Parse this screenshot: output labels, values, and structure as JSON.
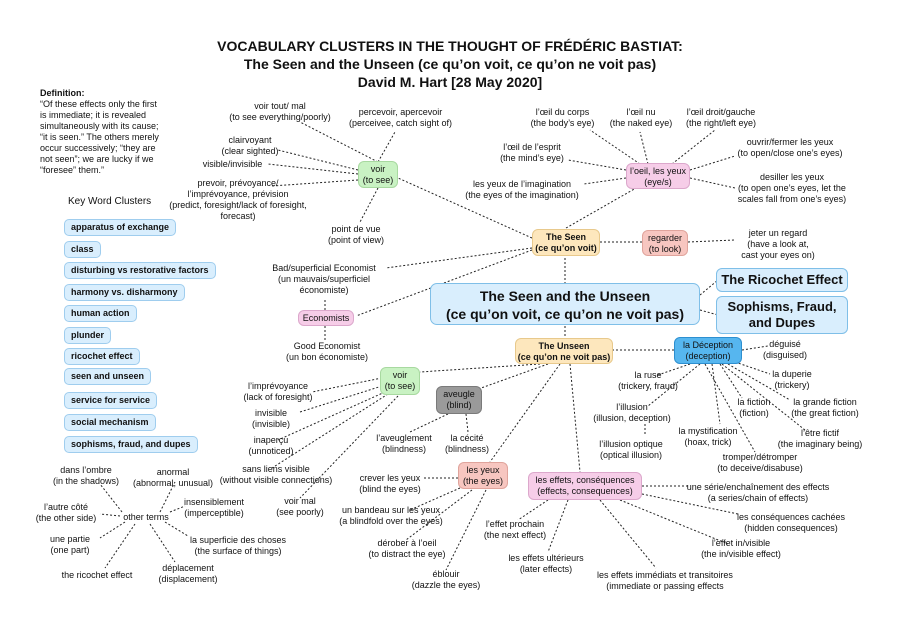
{
  "header": {
    "line1": "VOCABULARY CLUSTERS IN THE THOUGHT OF FRÉDÉRIC BASTIAT:",
    "line2": "The Seen and the Unseen (ce qu’on voit, ce qu’on ne voit pas)",
    "line3": "David M. Hart [28 May 2020]"
  },
  "definition": {
    "label": "Definition",
    "text": "“Of these effects only the first\nis immediate; it is revealed\nsimultaneously with its cause;\n“it is seen.” The others merely\noccur successively; “they are\nnot seen”; we are lucky if we\n“foresee” them.”"
  },
  "keywords": {
    "heading": "Key Word Clusters",
    "items": [
      "apparatus of exchange",
      "class",
      "disturbing vs restorative factors",
      "harmony vs. disharmony",
      "human action",
      "plunder",
      "ricochet effect",
      "seen and unseen",
      "service for service",
      "social mechanism",
      "sophisms, fraud, and dupes"
    ]
  },
  "center": "The Seen and the Unseen\n(ce qu’on voit, ce qu’on ne voit pas)",
  "side_boxes": {
    "ricochet": "The Ricochet Effect",
    "sophisms": "Sophisms, Fraud,\nand Dupes"
  },
  "nodes": {
    "seen": "The Seen\n(ce qu’on voit)",
    "unseen": "The Unseen\n(ce qu’on ne voit pas)",
    "voir_top": "voir\n(to see)",
    "voir_bottom": "voir\n(to see)",
    "oeil": "l’oeil, les yeux\n(eye/s)",
    "regarder": "regarder\n(to look)",
    "economists": "Economists",
    "deception": "la Déception\n(deception)",
    "aveugle": "aveugle\n(blind)",
    "yeux": "les yeux\n(the eyes)",
    "effets": "les effets, conséquences\n(effects, consequences)"
  },
  "labels": {
    "voir_tout": "voir tout/ mal\n(to see everything/poorly)",
    "percevoir": "percevoir, apercevoir\n(perceivee, catch sight of)",
    "clairvoyant": "clairvoyant\n(clear sighted)",
    "visible": "visible/invisible",
    "prevoir": "prevoir, prévoyance/\nl’imprévoyance, prévision\n(predict, foresight/lack of foresight,\nforecast)",
    "point_de_vue": "point de vue\n(point of view)",
    "oeil_corps": "l’œil du corps\n(the body’s eye)",
    "oeil_nu": "l’œil nu\n(the naked eye)",
    "oeil_droit": "l’œil droit/gauche\n(the right/left eye)",
    "oeil_esprit": "l’œil de l’esprit\n(the mind’s eye)",
    "ouvrir": "ouvrir/fermer les yeux\n(to open/close one’s eyes)",
    "yeux_imagination": "les yeux de l’imagination\n(the eyes of the imagination)",
    "dessiller": "desiller les yeux\n(to open one’s eyes, let the\nscales fall from one’s eyes)",
    "jeter": "jeter un regard\n(have a look at,\ncast your eyes on)",
    "bad_economist": "Bad/superficial Economist\n(un mauvais/superficiel\néconomiste)",
    "good_economist": "Good Economist\n(un bon économiste)",
    "deguise": "déguisé\n(disguised)",
    "duperie": "la duperie\n(trickery)",
    "ruse": "la ruse\n(trickery, fraud)",
    "illusion": "l’illusion\n(illusion, deception)",
    "fiction": "la fiction\n(fiction)",
    "grande_fiction": "la grande fiction\n(the great fiction)",
    "mystification": "la mystification\n(hoax, trick)",
    "etre_fictif": "l’être fictif\n(the imaginary being)",
    "illusion_optique": "l’illusion optique\n(optical illusion)",
    "tromper": "tromper/détromper\n(to deceive/disabuse)",
    "imprevoyance": "l’imprévoyance\n(lack of foresight)",
    "invisible": "invisible\n(invisible)",
    "inapercu": "inaperçu\n(unnoticed)",
    "sans_liens": "sans liens visible\n(without visible connections)",
    "voir_mal": "voir mal\n(see poorly)",
    "aveuglement": "l’aveuglement\n(blindness)",
    "cecite": "la cécité\n(blindness)",
    "crever": "crever les yeux\n(blind the eyes)",
    "bandeau": "un bandeau sur les yeux\n(a blindfold over the eyes)",
    "derober": "dérober à l’oeil\n(to distract the eye)",
    "eblouir": "éblouir\n(dazzle the eyes)",
    "effet_prochain": "l’effet prochain\n(the next effect)",
    "effets_ulterieurs": "les effets ultérieurs\n(later effects)",
    "effets_immediats": "les effets immédiats et transitoires\n(immediate or passing effects",
    "serie": "une série/enchaînement des effects\n(a series/chain of effects)",
    "cachees": "les conséquences cachées\n(hidden consequences)",
    "effet_invisible": "l’effet in/visible\n(the in/visible effect)",
    "ombre": "dans l’ombre\n(in the shadows)",
    "anormal": "anormal\n(abnormal, unusual)",
    "autre_cote": "l’autre côté\n(the other side)",
    "insensiblement": "insensiblement\n(imperceptible)",
    "other_terms": "other terms",
    "une_partie": "une partie\n(one part)",
    "superficie": "la superficie des choses\n(the surface of things)",
    "ricochet_effect": "the ricochet effect",
    "deplacement": "déplacement\n(displacement)"
  }
}
